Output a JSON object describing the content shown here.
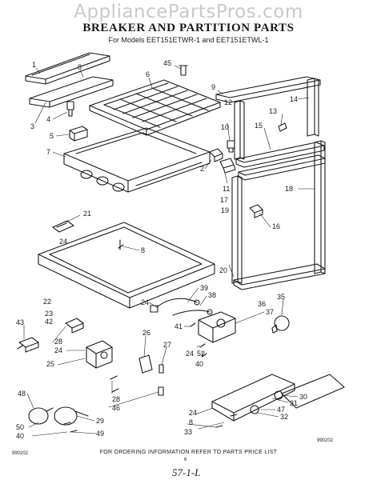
{
  "watermark": "AppliancePartsPros.com",
  "title": "BREAKER AND PARTITION PARTS",
  "subtitle": "For Models EET151ETWR-1 and EET151ETWL-1",
  "callouts": [
    "1",
    "8",
    "3",
    "4",
    "5",
    "7",
    "45",
    "6",
    "9",
    "12",
    "14",
    "13",
    "10",
    "15",
    "2",
    "11",
    "17",
    "18",
    "19",
    "16",
    "21",
    "24",
    "8",
    "22",
    "20",
    "39",
    "24",
    "38",
    "37",
    "35",
    "36",
    "23",
    "42",
    "43",
    "28",
    "24",
    "25",
    "41",
    "24",
    "52",
    "40",
    "26",
    "27",
    "28",
    "46",
    "48",
    "50",
    "40",
    "29",
    "49",
    "8",
    "33",
    "24",
    "30",
    "31",
    "47",
    "32"
  ],
  "footer": "FOR ORDERING INFORMATION REFER TO PARTS PRICE LIST",
  "code_left": "990202",
  "code_right": "990202",
  "page_number": "6",
  "signature": "57-1-L",
  "colors": {
    "ink": "#1a1a1a",
    "watermark": "#c9c9c9",
    "background": "#ffffff"
  }
}
